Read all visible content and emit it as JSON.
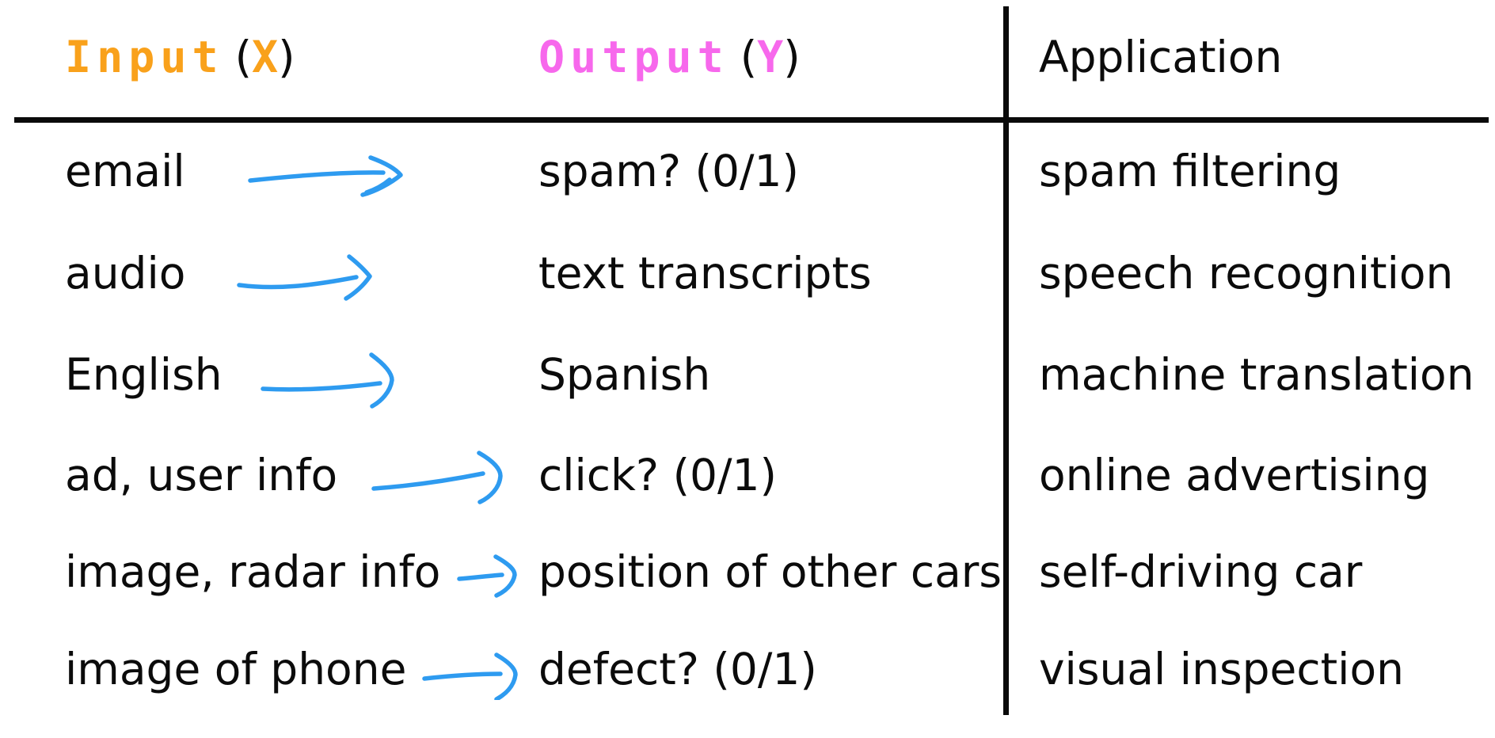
{
  "slide": {
    "description": "Supervised learning examples table mapping inputs to outputs with applications"
  },
  "colors": {
    "input_accent": "#F9A11B",
    "output_accent": "#F768EC",
    "arrow_blue": "#2E9BF0",
    "text": "#0B0B0B",
    "line": "#0A0A0A",
    "background": "#FFFFFF"
  },
  "headers": {
    "input": {
      "label": "Input",
      "symbol": "X",
      "open": "(",
      "close": ")"
    },
    "output": {
      "label": "Output",
      "symbol": "Y",
      "open": "(",
      "close": ")"
    },
    "application": {
      "label": "Application"
    }
  },
  "rows": [
    {
      "input": "email",
      "output": "spam? (0/1)",
      "application": "spam filtering"
    },
    {
      "input": "audio",
      "output": "text transcripts",
      "application": "speech recognition"
    },
    {
      "input": "English",
      "output": "Spanish",
      "application": "machine translation"
    },
    {
      "input": "ad, user info",
      "output": "click? (0/1)",
      "application": "online advertising"
    },
    {
      "input": "image, radar info",
      "output": "position of other cars",
      "application": "self-driving car"
    },
    {
      "input": "image of phone",
      "output": "defect? (0/1)",
      "application": "visual inspection"
    }
  ],
  "icons": {
    "arrow": "hand-drawn-right-arrow-blue"
  }
}
